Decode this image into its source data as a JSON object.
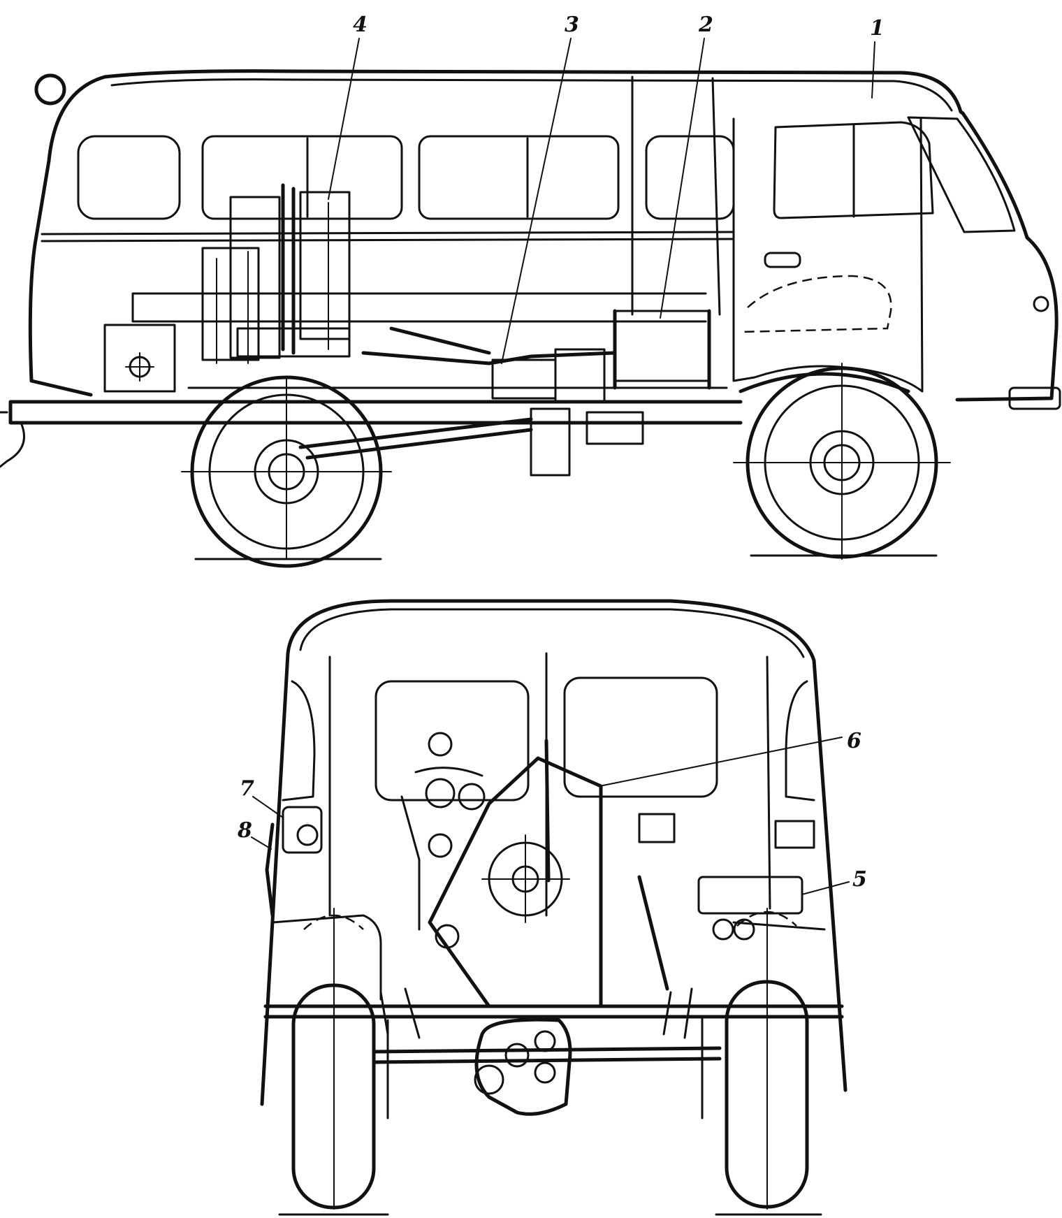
{
  "callouts": [
    "1",
    "2",
    "3",
    "4",
    "5",
    "6",
    "7",
    "8"
  ]
}
